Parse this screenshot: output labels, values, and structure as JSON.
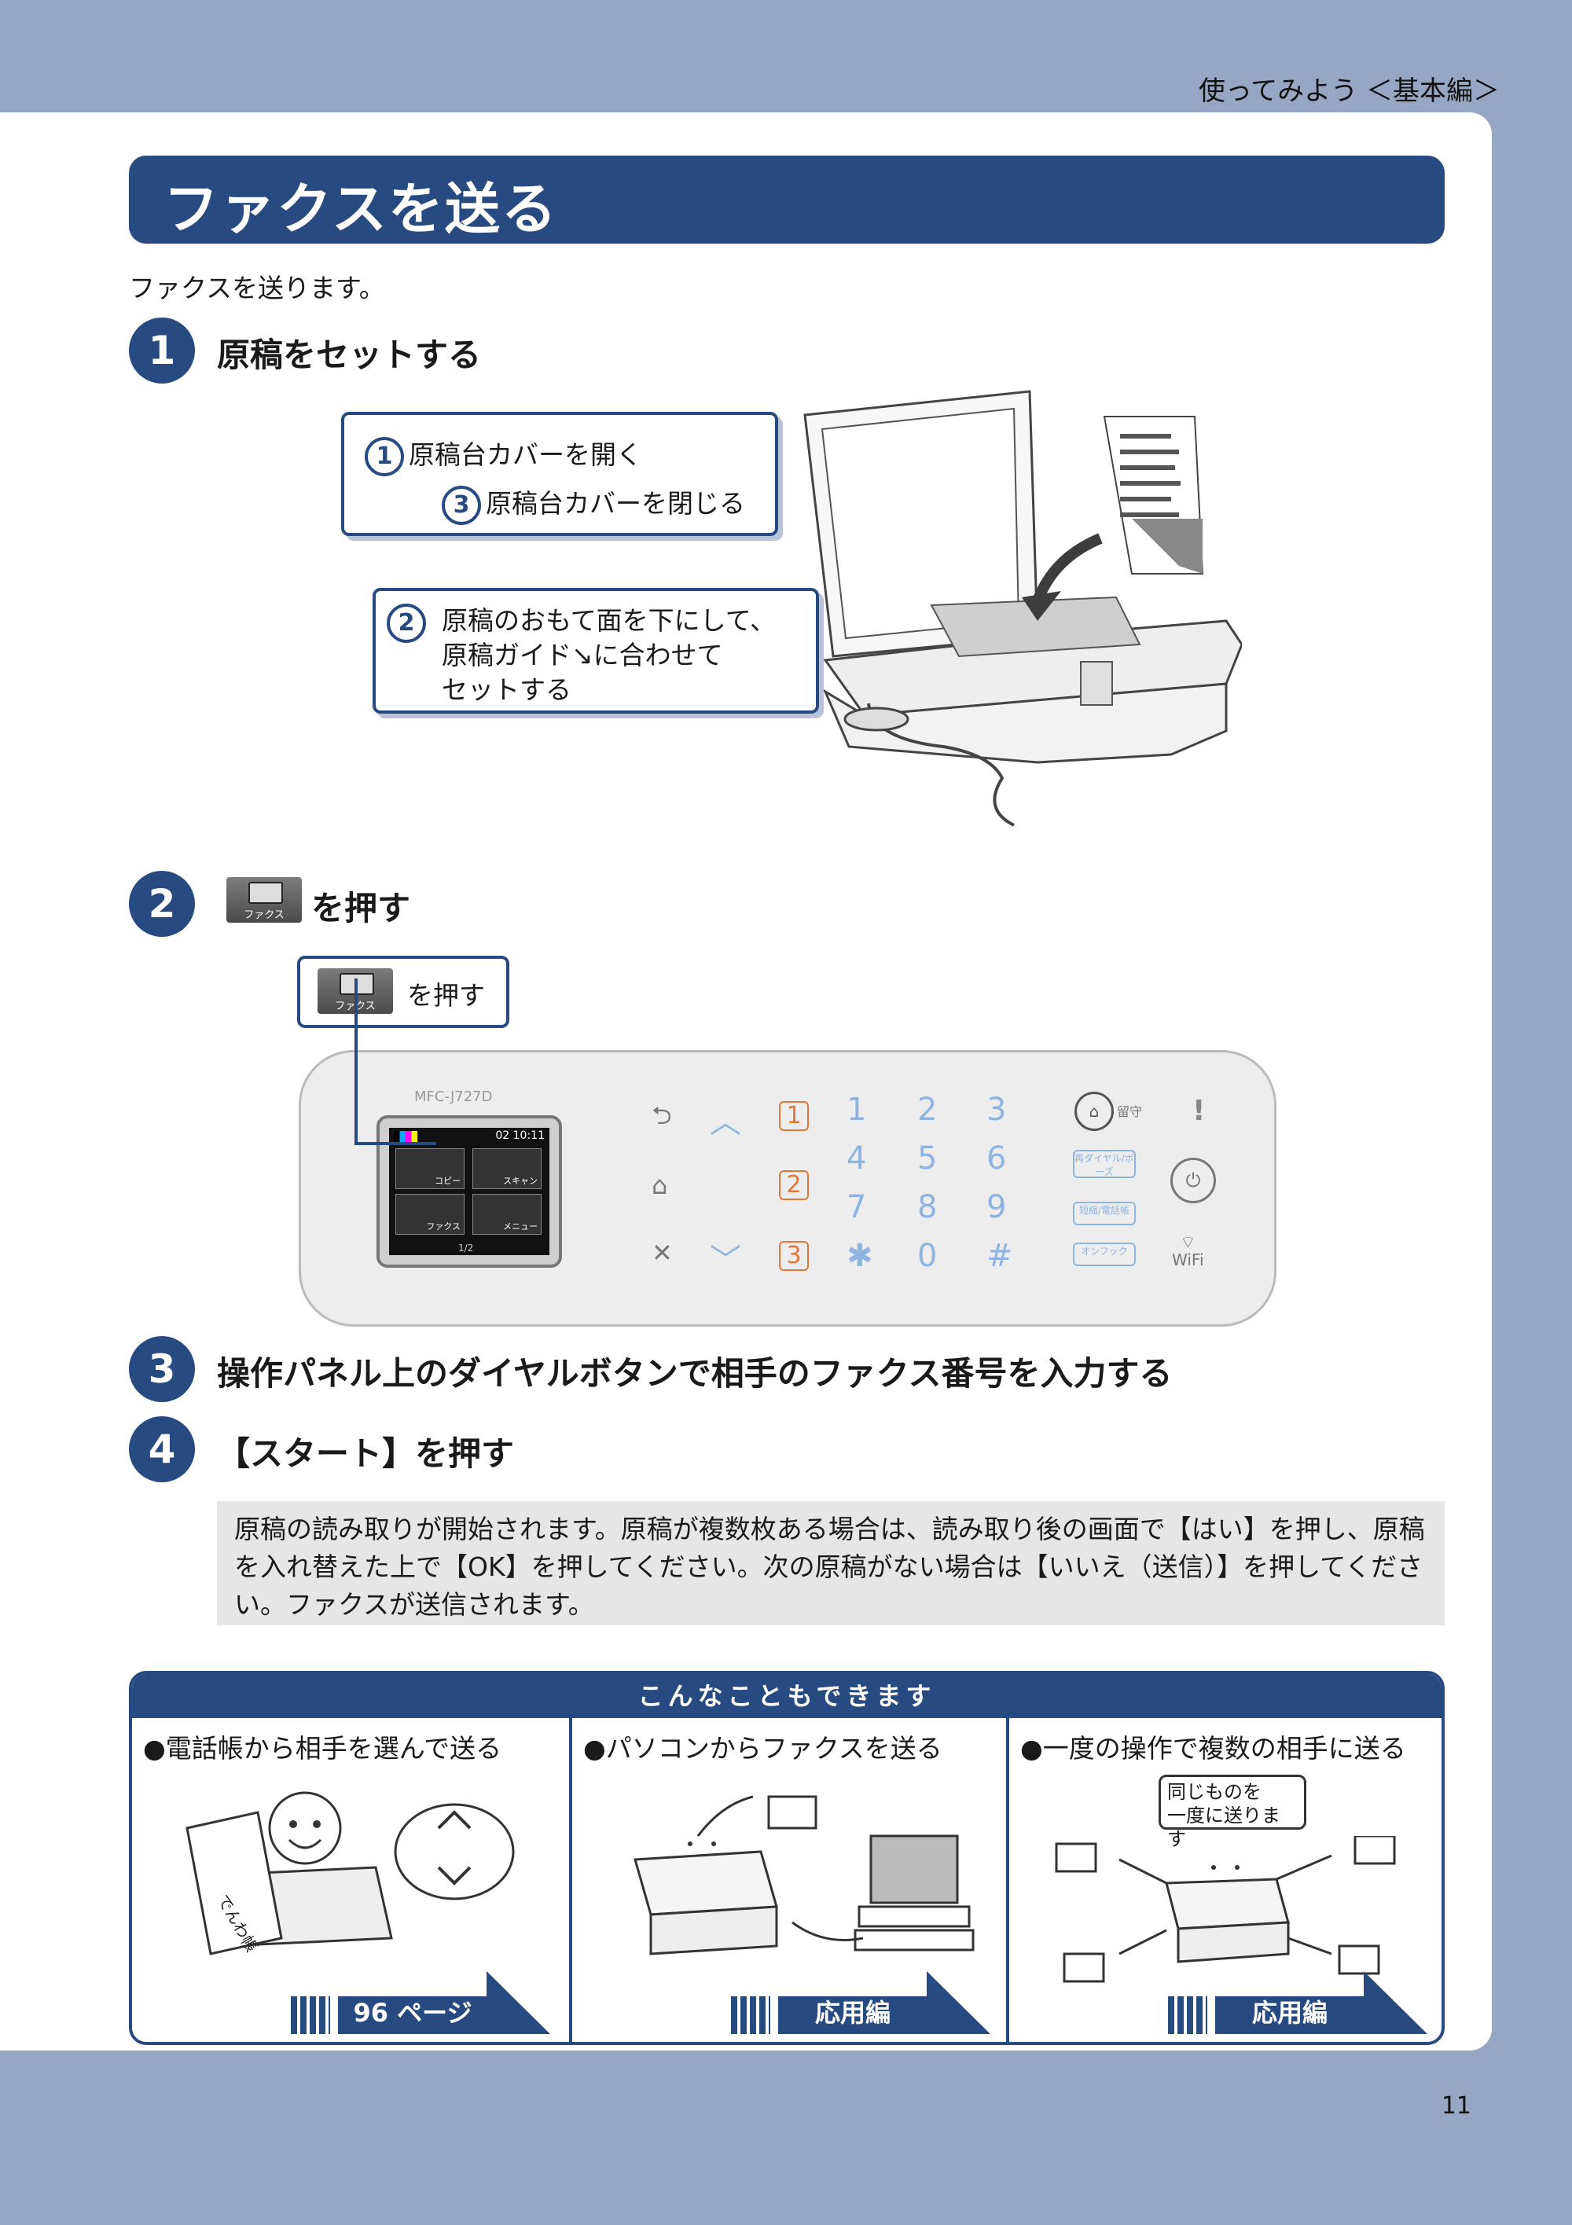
{
  "header": {
    "section": "使ってみよう ＜基本編＞",
    "page_number": "11"
  },
  "title": "ファクスを送る",
  "intro": "ファクスを送ります。",
  "steps": [
    {
      "num": "1",
      "text": "原稿をセットする"
    },
    {
      "num": "2",
      "text": "を押す"
    },
    {
      "num": "3",
      "text": "操作パネル上のダイヤルボタンで相手のファクス番号を入力する"
    },
    {
      "num": "4",
      "text": "【スタート】を押す"
    }
  ],
  "callouts": {
    "c1_num": "1",
    "c1_text": "原稿台カバーを開く",
    "c3_num": "3",
    "c3_text": "原稿台カバーを閉じる",
    "c2_num": "2",
    "c2_line1": "原稿のおもて面を下にして、",
    "c2_line2": "原稿ガイド↘に合わせて",
    "c2_line3": "セットする",
    "press": "を押す"
  },
  "fax_button_label": "ファクス",
  "panel": {
    "model": "MFC-J727D",
    "time": "02 10:11",
    "screen_items": [
      "コピー",
      "スキャン",
      "ファクス",
      "メニュー"
    ],
    "page_indicator": "1/2",
    "buttons": [
      "再ダイヤル/ポーズ",
      "短縮/電話帳",
      "オンフック"
    ],
    "rusu_label": "留守",
    "wifi_label": "WiFi"
  },
  "note": "原稿の読み取りが開始されます。原稿が複数枚ある場合は、読み取り後の画面で【はい】を押し、原稿を入れ替えた上で【OK】を押してください。次の原稿がない場合は【いいえ（送信）】を押してください。ファクスが送信されます。",
  "tips": {
    "heading": "こんなこともできます",
    "items": [
      {
        "title": "●電話帳から相手を選んで送る",
        "ref": "96 ページ",
        "book_label": "でんわ帳"
      },
      {
        "title": "●パソコンからファクスを送る",
        "ref": "応用編"
      },
      {
        "title": "●一度の操作で複数の相手に送る",
        "ref": "応用編",
        "bubble_line1": "同じものを",
        "bubble_line2": "一度に送ります"
      }
    ]
  }
}
